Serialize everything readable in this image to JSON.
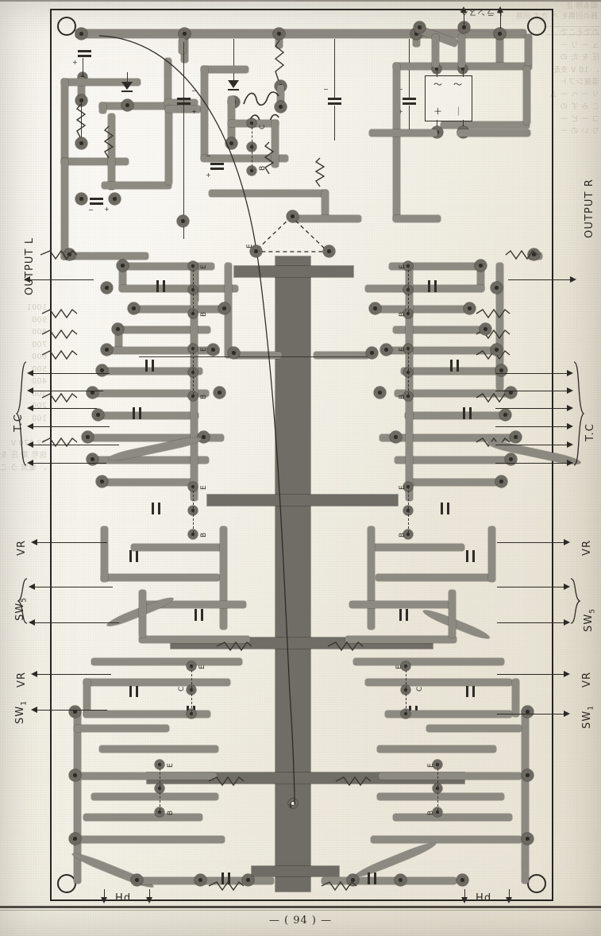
{
  "page": {
    "footer": "— ( 94 ) —",
    "kind": "printed-book-page-scan",
    "figure_type": "printed-circuit-board copper pattern layout"
  },
  "colors": {
    "paper": "#f4f1e6",
    "ink": "#2b2823",
    "trace": "#8d8a82",
    "bus": "#6f6d66",
    "pad": "#6d6a62",
    "ghost_text": "#b9b2a0"
  },
  "board": {
    "outline_label": "pcb-outline",
    "mounting_holes": 4
  },
  "annotations": {
    "top": {
      "transformer_label": "トランスへ",
      "arrows": 2
    },
    "left": [
      {
        "label": "OUTPUT L",
        "arrows": 1,
        "brace": false
      },
      {
        "label": "T.C",
        "arrows": 6,
        "brace": true
      },
      {
        "label": "VR",
        "arrows": 1,
        "brace": false
      },
      {
        "label": "SW5",
        "arrows": 2,
        "brace": true
      },
      {
        "label": "VR",
        "arrows": 1,
        "brace": false
      },
      {
        "label": "SW1",
        "arrows": 1,
        "brace": false
      }
    ],
    "right": [
      {
        "label": "OUTPUT R",
        "arrows": 1,
        "brace": false
      },
      {
        "label": "T.C",
        "arrows": 6,
        "brace": true
      },
      {
        "label": "VR",
        "arrows": 1,
        "brace": false
      },
      {
        "label": "SW5",
        "arrows": 2,
        "brace": true
      },
      {
        "label": "VR",
        "arrows": 1,
        "brace": false
      },
      {
        "label": "SW1",
        "arrows": 1,
        "brace": false
      }
    ],
    "bottom": [
      {
        "label": "Hd",
        "arrows": 2,
        "side": "left"
      },
      {
        "label": "Hd",
        "arrows": 2,
        "side": "right"
      }
    ]
  },
  "terminal_block": {
    "top_marks": [
      "~",
      "~"
    ],
    "bottom_marks": [
      "+",
      "−"
    ]
  },
  "component_letters": {
    "emitter": "E",
    "base": "B",
    "collector": "C"
  },
  "polarity_marks": {
    "plus": "+",
    "minus": "−"
  },
  "ghost_text": {
    "top_right": "図る際 正\n器の回路を べ きす 回路",
    "right_column": "のでそこで\nュ ー リ ー\n圧 を た の\n、 10 V 支配\n温度シフト\nリ ー ヘ ー ム\nこ み ず の\nコ ー ビ ー\nり い の ー",
    "left_column": "1001\n900\n800\n700\n600\n500\n400\n300\n200\n100\n\n22 370 V\n信号 電 圧 を\n、 電流 う こ"
  }
}
